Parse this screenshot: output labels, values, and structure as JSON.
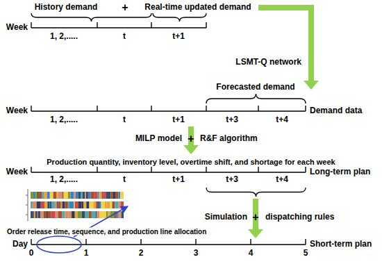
{
  "diagram": {
    "labels": [
      "History demand",
      "+",
      "Real-time updated demand",
      "LSMT-Q network",
      "Week",
      "1, 2,.....",
      "t",
      "t+1",
      "Forecasted demand",
      "Week",
      "1, 2,.....",
      "t",
      "t+1",
      "t+3",
      "t+4",
      "Demand data",
      "MILP model",
      "+",
      "R&F algorithm",
      "Production quantity, inventory level, overtime shift, and shortage for each week",
      "Week",
      "1, 2,.....",
      "t",
      "t+1",
      "t+3",
      "t+4",
      "Long-term plan",
      "Simulation",
      "+",
      "dispatching rules",
      "Order release time, sequence, and production line allocation",
      "Day",
      "0",
      "1",
      "2",
      "3",
      "4",
      "5",
      "Short-term plan"
    ]
  }
}
